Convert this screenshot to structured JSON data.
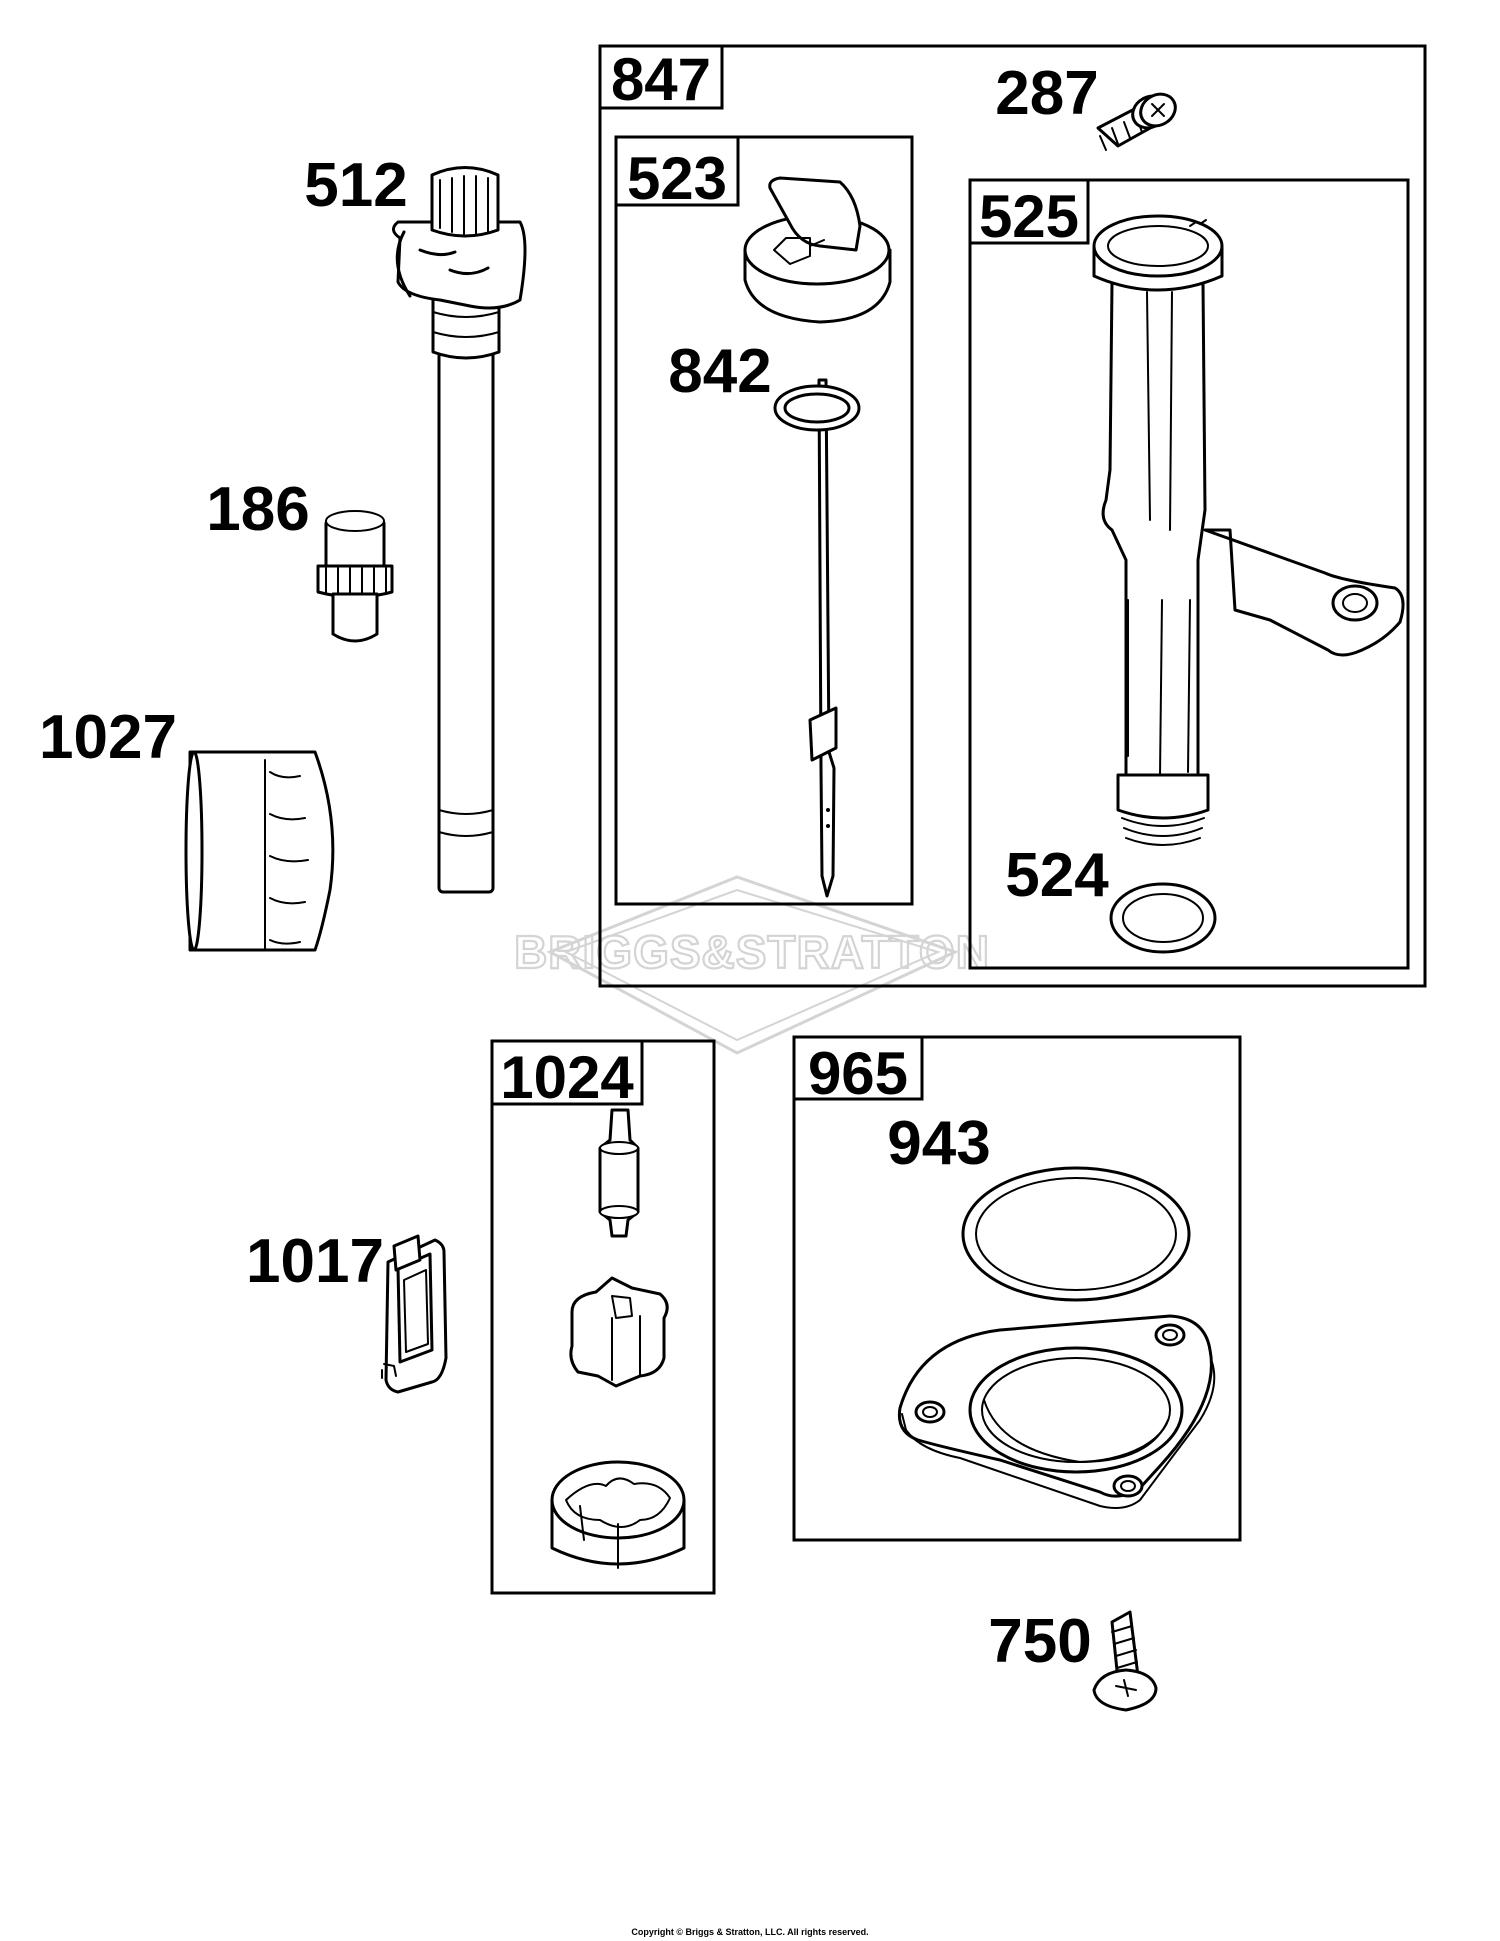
{
  "watermark": "BRIGGS&STRATTON",
  "copyright": "Copyright © Briggs & Stratton, LLC. All rights reserved.",
  "groups": {
    "g847": "847",
    "g523": "523",
    "g525": "525",
    "g1024": "1024",
    "g965": "965"
  },
  "parts": {
    "p512": "512",
    "p186": "186",
    "p1027": "1027",
    "p287": "287",
    "p842": "842",
    "p524": "524",
    "p943": "943",
    "p1017": "1017",
    "p750": "750"
  }
}
